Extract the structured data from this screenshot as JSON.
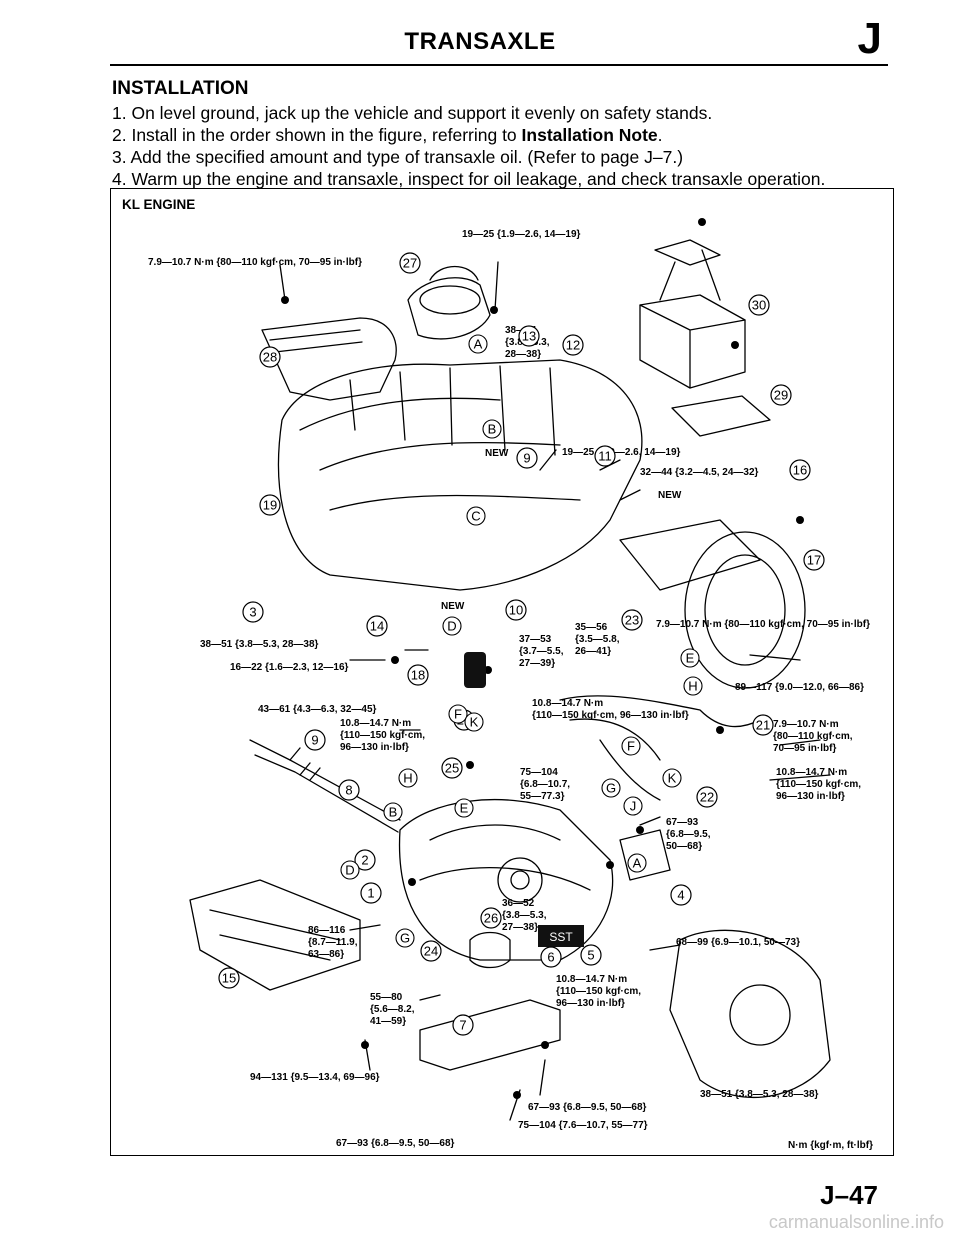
{
  "header": {
    "title": "TRANSAXLE",
    "section_letter": "J"
  },
  "section": {
    "title": "INSTALLATION",
    "steps": [
      {
        "text": "1. On level ground, jack up the vehicle and support it evenly on safety stands."
      },
      {
        "pre": "2. Install in the order shown in the figure, referring to ",
        "bold": "Installation Note",
        "post": "."
      },
      {
        "text": "3. Add the specified amount and type of transaxle oil. (Refer to page J–7.)"
      },
      {
        "text": "4. Warm up the engine and transaxle, inspect for oil leakage, and check transaxle operation."
      }
    ]
  },
  "figure": {
    "title": "KL ENGINE",
    "unit_note": "N·m {kgf·m, ft·lbf}",
    "torque_labels": [
      "7.9—10.7 N·m {80—110 kgf·cm, 70—95 in·lbf}",
      "19—25 {1.9—2.6, 14—19}",
      "38—51",
      "{3.8—5.3,",
      "28—38}",
      "19—25 {1.9—2.6, 14—19}",
      "32—44 {3.2—4.5, 24—32}",
      "38—51 {3.8—5.3, 28—38}",
      "16—22 {1.6—2.3, 12—16}",
      "35—56",
      "{3.5—5.8,",
      "26—41}",
      "37—53",
      "{3.7—5.5,",
      "27—39}",
      "7.9—10.7 N·m {80—110 kgf·cm, 70—95 in·lbf}",
      "89—117 {9.0—12.0, 66—86}",
      "43—61 {4.3—6.3, 32—45}",
      "10.8—14.7 N·m",
      "{110—150 kgf·cm,",
      "96—130 in·lbf}",
      "10.8—14.7 N·m",
      "{110—150 kgf·cm, 96—130 in·lbf}",
      "7.9—10.7 N·m",
      "{80—110 kgf·cm,",
      "70—95 in·lbf}",
      "75—104",
      "{6.8—10.7,",
      "55—77.3}",
      "10.8—14.7 N·m",
      "{110—150 kgf·cm,",
      "96—130 in·lbf}",
      "67—93",
      "{6.8—9.5,",
      "50—68}",
      "36—52",
      "{3.8—5.3,",
      "27—38}",
      "68—99 {6.9—10.1, 50—73}",
      "86—116",
      "{8.7—11.9,",
      "63—86}",
      "10.8—14.7 N·m",
      "{110—150 kgf·cm,",
      "96—130 in·lbf}",
      "55—80",
      "{5.6—8.2,",
      "41—59}",
      "94—131 {9.5—13.4, 69—96}",
      "67—93 {6.8—9.5, 50—68}",
      "75—104 {7.6—10.7, 55—77}",
      "38—51 {3.8—5.3, 28—38}",
      "67—93 {6.8—9.5, 50—68}"
    ],
    "new_labels": [
      "NEW",
      "NEW",
      "NEW"
    ],
    "sst_label": "SST",
    "part_numbers": [
      "27",
      "13",
      "12",
      "30",
      "28",
      "29",
      "9",
      "11",
      "16",
      "19",
      "17",
      "3",
      "14",
      "10",
      "23",
      "18",
      "20",
      "21",
      "9",
      "8",
      "25",
      "22",
      "2",
      "1",
      "4",
      "26",
      "24",
      "15",
      "6",
      "5",
      "7"
    ],
    "callout_letters": [
      "A",
      "B",
      "C",
      "D",
      "E",
      "H",
      "F",
      "K",
      "F",
      "H",
      "G",
      "K",
      "B",
      "E",
      "J",
      "D",
      "A",
      "G"
    ]
  },
  "footer": {
    "page_number": "J–47",
    "watermark": "carmanualsonline.info"
  }
}
